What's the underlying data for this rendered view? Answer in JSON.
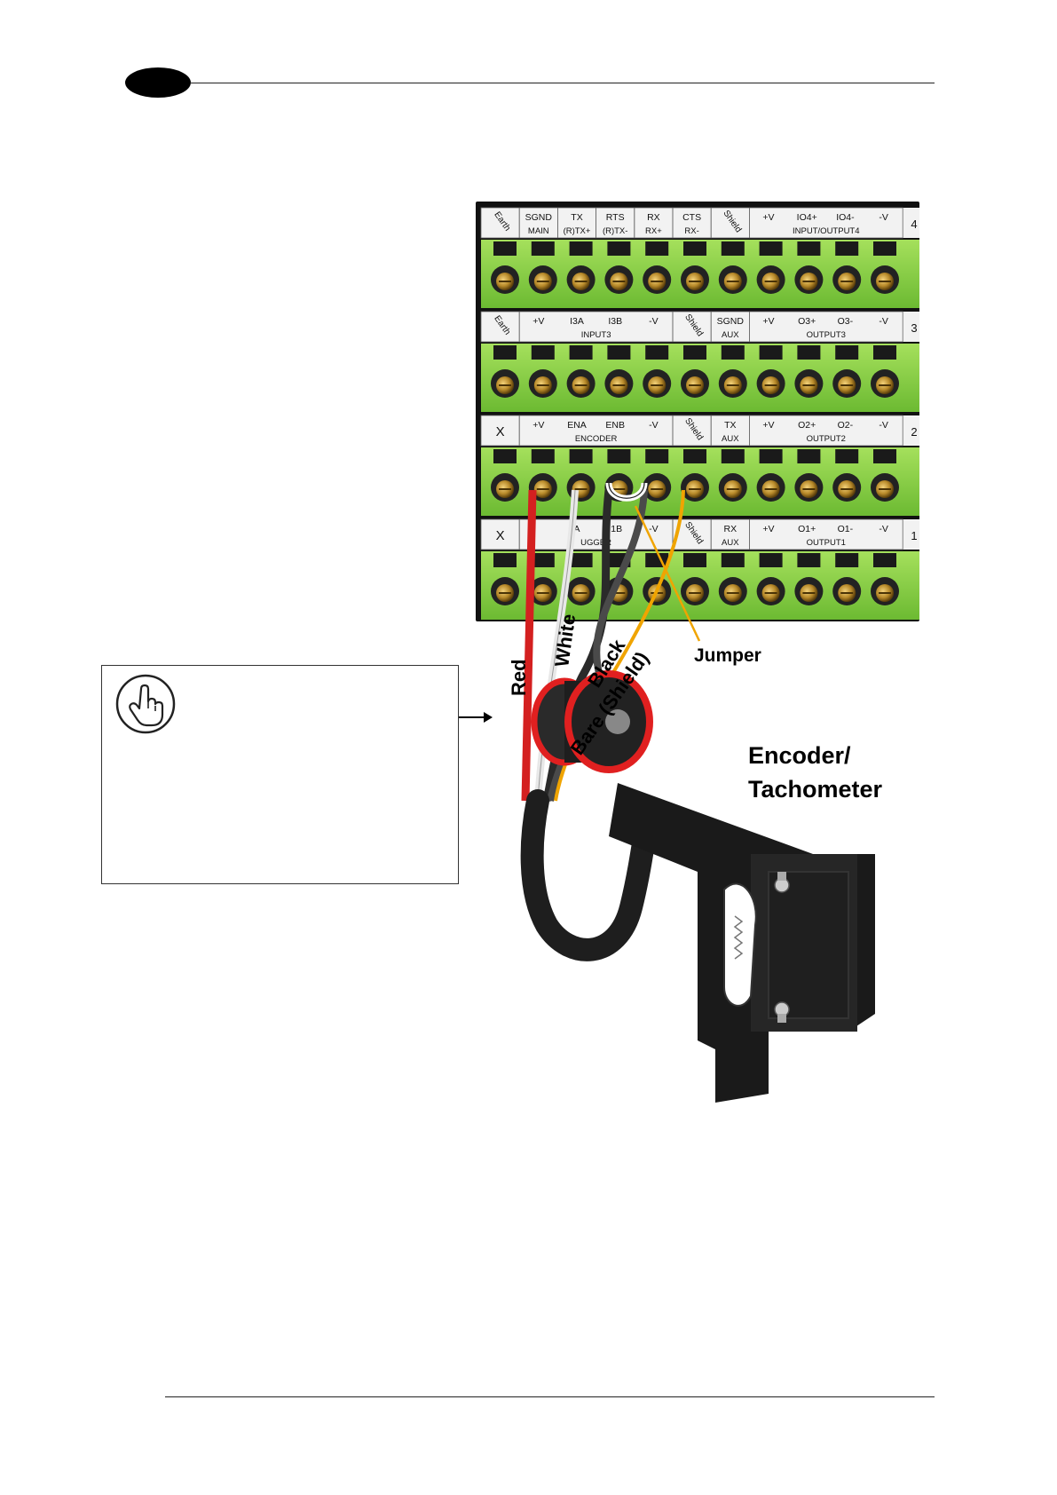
{
  "header": {
    "chapter_marker": ""
  },
  "terminal_block": {
    "rows": [
      {
        "row_number": "4",
        "cells": [
          {
            "type": "rot",
            "text": "Earth"
          },
          {
            "type": "two",
            "top": "SGND",
            "bottom": "MAIN"
          },
          {
            "type": "two",
            "top": "TX",
            "bottom": "(R)TX+"
          },
          {
            "type": "two",
            "top": "RTS",
            "bottom": "(R)TX-"
          },
          {
            "type": "two",
            "top": "RX",
            "bottom": "RX+"
          },
          {
            "type": "two",
            "top": "CTS",
            "bottom": "RX-"
          },
          {
            "type": "rot",
            "text": "Shield"
          }
        ],
        "group": {
          "tops": [
            "+V",
            "IO4+",
            "IO4-",
            "-V"
          ],
          "bottom": "INPUT/OUTPUT4"
        }
      },
      {
        "row_number": "3",
        "cells": [
          {
            "type": "rot",
            "text": "Earth"
          }
        ],
        "group_left": {
          "tops": [
            "+V",
            "I3A",
            "I3B",
            "-V"
          ],
          "bottom": "INPUT3"
        },
        "cells_mid": [
          {
            "type": "rot",
            "text": "Shield"
          },
          {
            "type": "two",
            "top": "SGND",
            "bottom": "AUX"
          }
        ],
        "group": {
          "tops": [
            "+V",
            "O3+",
            "O3-",
            "-V"
          ],
          "bottom": "OUTPUT3"
        }
      },
      {
        "row_number": "2",
        "cells": [
          {
            "type": "one",
            "text": "X"
          }
        ],
        "group_left": {
          "tops": [
            "+V",
            "ENA",
            "ENB",
            "-V"
          ],
          "bottom": "ENCODER"
        },
        "cells_mid": [
          {
            "type": "rot",
            "text": "Shield"
          },
          {
            "type": "two",
            "top": "TX",
            "bottom": "AUX"
          }
        ],
        "group": {
          "tops": [
            "+V",
            "O2+",
            "O2-",
            "-V"
          ],
          "bottom": "OUTPUT2"
        }
      },
      {
        "row_number": "1",
        "cells": [
          {
            "type": "one",
            "text": "X"
          }
        ],
        "group_left": {
          "tops": [
            "",
            "A",
            "I1B",
            "-V"
          ],
          "bottom": "UGGER"
        },
        "cells_mid": [
          {
            "type": "rot",
            "text": "Shield"
          },
          {
            "type": "two",
            "top": "RX",
            "bottom": "AUX"
          }
        ],
        "group": {
          "tops": [
            "+V",
            "O1+",
            "O1-",
            "-V"
          ],
          "bottom": "OUTPUT1"
        }
      }
    ]
  },
  "wire_labels": {
    "red": "Red",
    "white": "White",
    "black": "Black",
    "bare": "Bare (Shield)",
    "jumper": "Jumper"
  },
  "device_label": {
    "line1": "Encoder/",
    "line2": "Tachometer"
  },
  "colors": {
    "terminal_green": "#8fd34a",
    "terminal_green_dark": "#5fa82a",
    "red_wire": "#d42020",
    "bare_wire": "#f0a400",
    "encoder_body": "#1c1c1c",
    "wheel_rim": "#e02020"
  },
  "icons": {
    "note": "pointing-hand-icon",
    "arrow": "arrow-right-icon"
  }
}
